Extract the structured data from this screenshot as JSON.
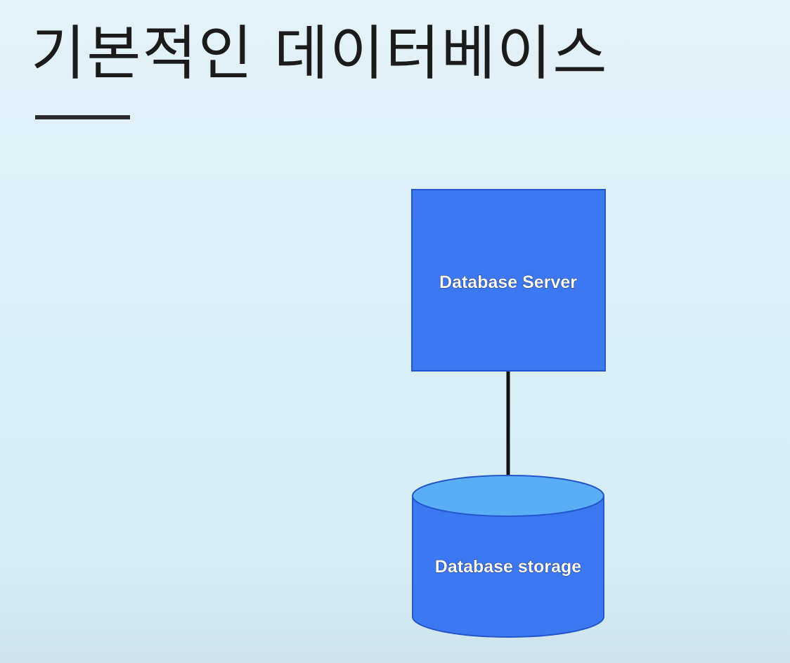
{
  "slide": {
    "title": "기본적인 데이터베이스"
  },
  "diagram": {
    "nodes": [
      {
        "id": "server",
        "shape": "rectangle",
        "label": "Database Server"
      },
      {
        "id": "storage",
        "shape": "cylinder",
        "label": "Database storage"
      }
    ],
    "edges": [
      {
        "from": "server",
        "to": "storage"
      }
    ]
  },
  "colors": {
    "node_fill": "#3b78f2",
    "node_border": "#2456cc",
    "cylinder_top": "#5aaef5",
    "connector": "#111111",
    "title_text": "#1b1b1b"
  }
}
